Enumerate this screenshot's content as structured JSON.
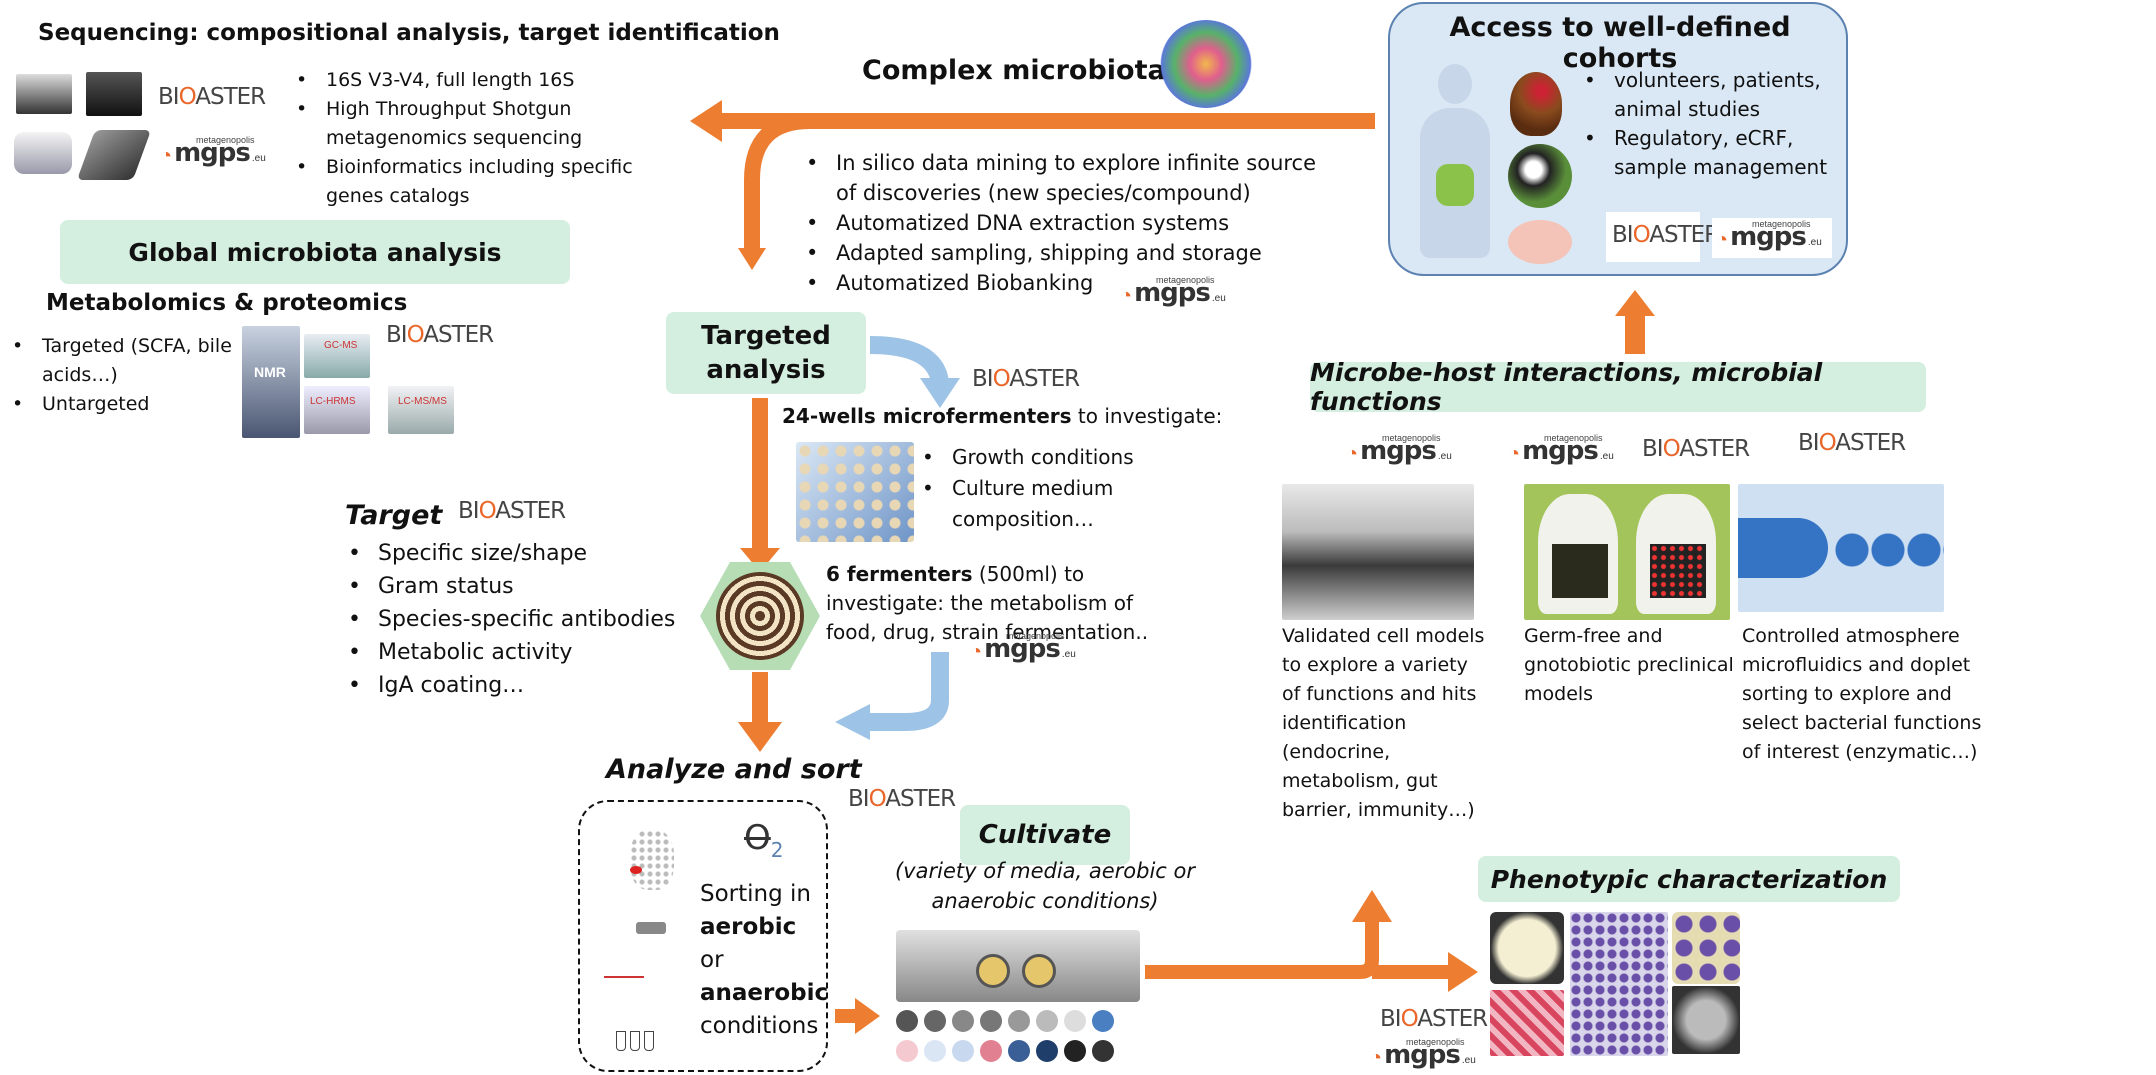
{
  "sequencing": {
    "title": "Sequencing: compositional analysis, target identification",
    "bullets": [
      "16S V3-V4, full length 16S",
      "High Throughput Shotgun metagenomics sequencing",
      " Bioinformatics including specific genes catalogs"
    ]
  },
  "global": {
    "label": "Global microbiota analysis"
  },
  "metabolomics": {
    "title": "Metabolomics & proteomics",
    "bullets": [
      " Targeted (SCFA, bile acids…)",
      " Untargeted"
    ],
    "instrument_labels": [
      "NMR",
      "GC-MS",
      "LC-HRMS",
      "LC-MS/MS"
    ]
  },
  "target": {
    "title": "Target",
    "bullets": [
      "Specific size/shape",
      "Gram status",
      "Species-specific antibodies",
      "Metabolic activity",
      "IgA coating…"
    ]
  },
  "complex": {
    "title": "Complex microbiota",
    "bullets": [
      "In silico data mining to explore infinite source of discoveries (new species/compound)",
      "Automatized DNA extraction systems",
      "Adapted sampling, shipping and storage",
      "Automatized Biobanking"
    ]
  },
  "targeted": {
    "label": "Targeted analysis"
  },
  "microfermenters": {
    "bold": "24-wells microfermenters",
    "rest": " to investigate:",
    "bullets": [
      "Growth conditions",
      "Culture medium composition…"
    ]
  },
  "fermenters": {
    "bold": "6 fermenters",
    "rest": " (500ml) to investigate: the metabolism of food, drug, strain fermentation.."
  },
  "analyze": {
    "title": "Analyze and sort",
    "o2": "O",
    "o2_sub": "2",
    "line1": "Sorting in",
    "bold1": "aerobic",
    "mid": " or",
    "bold2": "anaerobic",
    "line3": "conditions"
  },
  "cultivate": {
    "label": "Cultivate",
    "sub": "(variety of media, aerobic or anaerobic conditions)"
  },
  "cohorts": {
    "title": "Access to well-defined cohorts",
    "bullets": [
      "volunteers, patients, animal studies",
      "Regulatory, eCRF, sample management"
    ]
  },
  "microbe_host": {
    "label": "Microbe-host interactions, microbial functions"
  },
  "models": [
    {
      "text": "Validated cell models to explore a variety of functions and hits identification (endocrine, metabolism, gut barrier, immunity…)"
    },
    {
      "text": "Germ-free and gnotobiotic preclinical models"
    },
    {
      "text": "Controlled atmosphere microfluidics and doplet sorting to explore and select bacterial functions of interest (enzymatic…)"
    }
  ],
  "phenotypic": {
    "label": "Phenotypic characterization"
  },
  "logos": {
    "bioaster_pre": "BI",
    "bioaster_o": "O",
    "bioaster_post": "ASTER",
    "mgps_small": "metagenopolis",
    "mgps_big": "mgps",
    "mgps_eu": ".eu"
  },
  "colors": {
    "orange": "#ed7d31",
    "light_blue": "#9dc3e6",
    "green_pill": "#d4eedf",
    "cohort_bg": "#dae8f5",
    "cohort_border": "#5b82b0"
  },
  "swatches": [
    "#555555",
    "#666666",
    "#888888",
    "#777777",
    "#999999",
    "#bbbbbb",
    "#dddddd",
    "#4a7fc1",
    "#f4c9d0",
    "#dbe6f5",
    "#c8d8ef",
    "#e08090",
    "#3a5f96",
    "#1f3f6a",
    "#222222",
    "#333333"
  ]
}
